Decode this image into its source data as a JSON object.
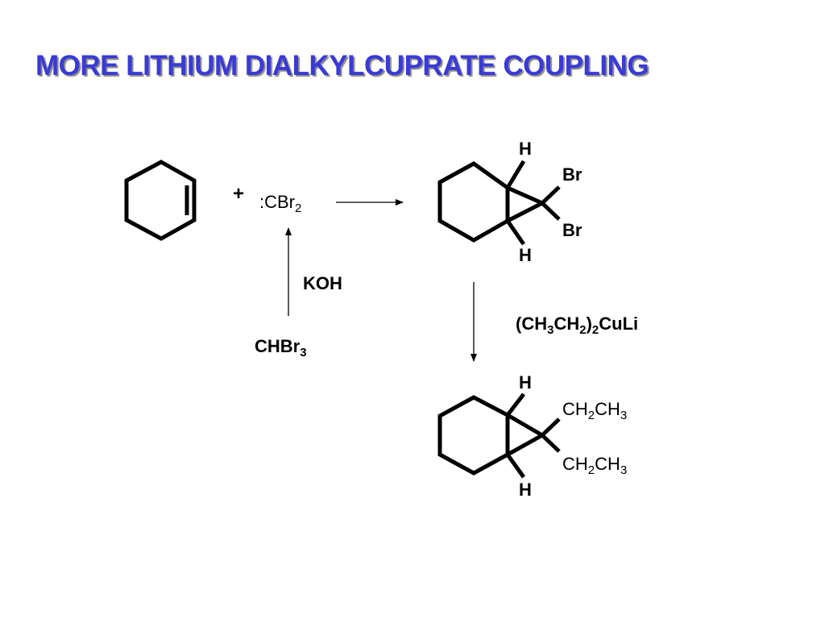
{
  "slide": {
    "title": "MORE LITHIUM DIALKYLCUPRATE COUPLING"
  },
  "scheme": {
    "plus": "+",
    "carbene": {
      "prefix": ":CBr",
      "sub": "2"
    },
    "koh": "KOH",
    "chbr3": {
      "main": "CHBr",
      "sub": "3"
    },
    "product1": {
      "h_top": "H",
      "h_bottom": "H",
      "br_top": "Br",
      "br_bottom": "Br"
    },
    "reagent": {
      "p1": "(CH",
      "s1": "3",
      "p2": "CH",
      "s2": "2",
      "p3": ")",
      "s3": "2",
      "p4": "CuLi"
    },
    "product2": {
      "h_top": "H",
      "h_bottom": "H",
      "ethyl_top": {
        "a": "CH",
        "sa": "2",
        "b": "CH",
        "sb": "3"
      },
      "ethyl_bottom": {
        "a": "CH",
        "sa": "2",
        "b": "CH",
        "sb": "3"
      }
    }
  },
  "colors": {
    "title": "#3a3ad6",
    "title_shadow": "#8a8a8a",
    "bonds": "#000000"
  }
}
